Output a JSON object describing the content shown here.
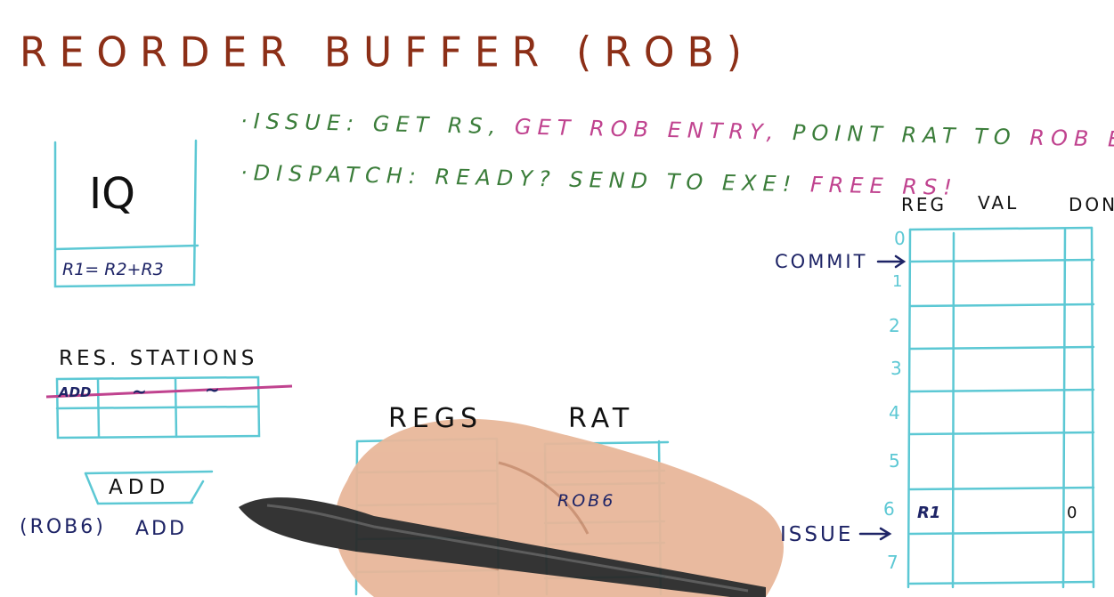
{
  "title": "REORDER BUFFER (ROB)",
  "bullets": {
    "issue_label": "ISSUE:",
    "issue_green_1": "GET RS,",
    "issue_magenta": "GET ROB ENTRY,",
    "issue_green_2": "POINT RAT TO",
    "issue_magenta_2": "ROB ENTRY",
    "dispatch_label": "DISPATCH:",
    "dispatch_green": "READY? SEND TO EXE!",
    "dispatch_magenta": "FREE RS!"
  },
  "iq": {
    "label": "IQ",
    "entry": "R1= R2+R3"
  },
  "res_stations": {
    "label": "RES. STATIONS",
    "row1_col1": "ADD",
    "row1_col2": "~",
    "row1_col3": "~"
  },
  "unit": {
    "label": "ADD",
    "tag": "(ROB6)",
    "op": "ADD"
  },
  "regs": {
    "label": "REGS"
  },
  "rat": {
    "label": "RAT",
    "entry": "ROB6"
  },
  "rob": {
    "col_reg": "REG",
    "col_val": "VAL",
    "col_done": "DON",
    "indices": [
      "0",
      "1",
      "2",
      "3",
      "4",
      "5",
      "6",
      "7"
    ],
    "commit_label": "COMMIT",
    "issue_label": "ISSUE",
    "row6_reg": "R1",
    "row6_done": "0"
  },
  "colors": {
    "title": "#8c2f17",
    "green": "#3b7d3a",
    "magenta": "#c0438f",
    "navy": "#1e2466",
    "cyan_lines": "#5cc8d4"
  }
}
